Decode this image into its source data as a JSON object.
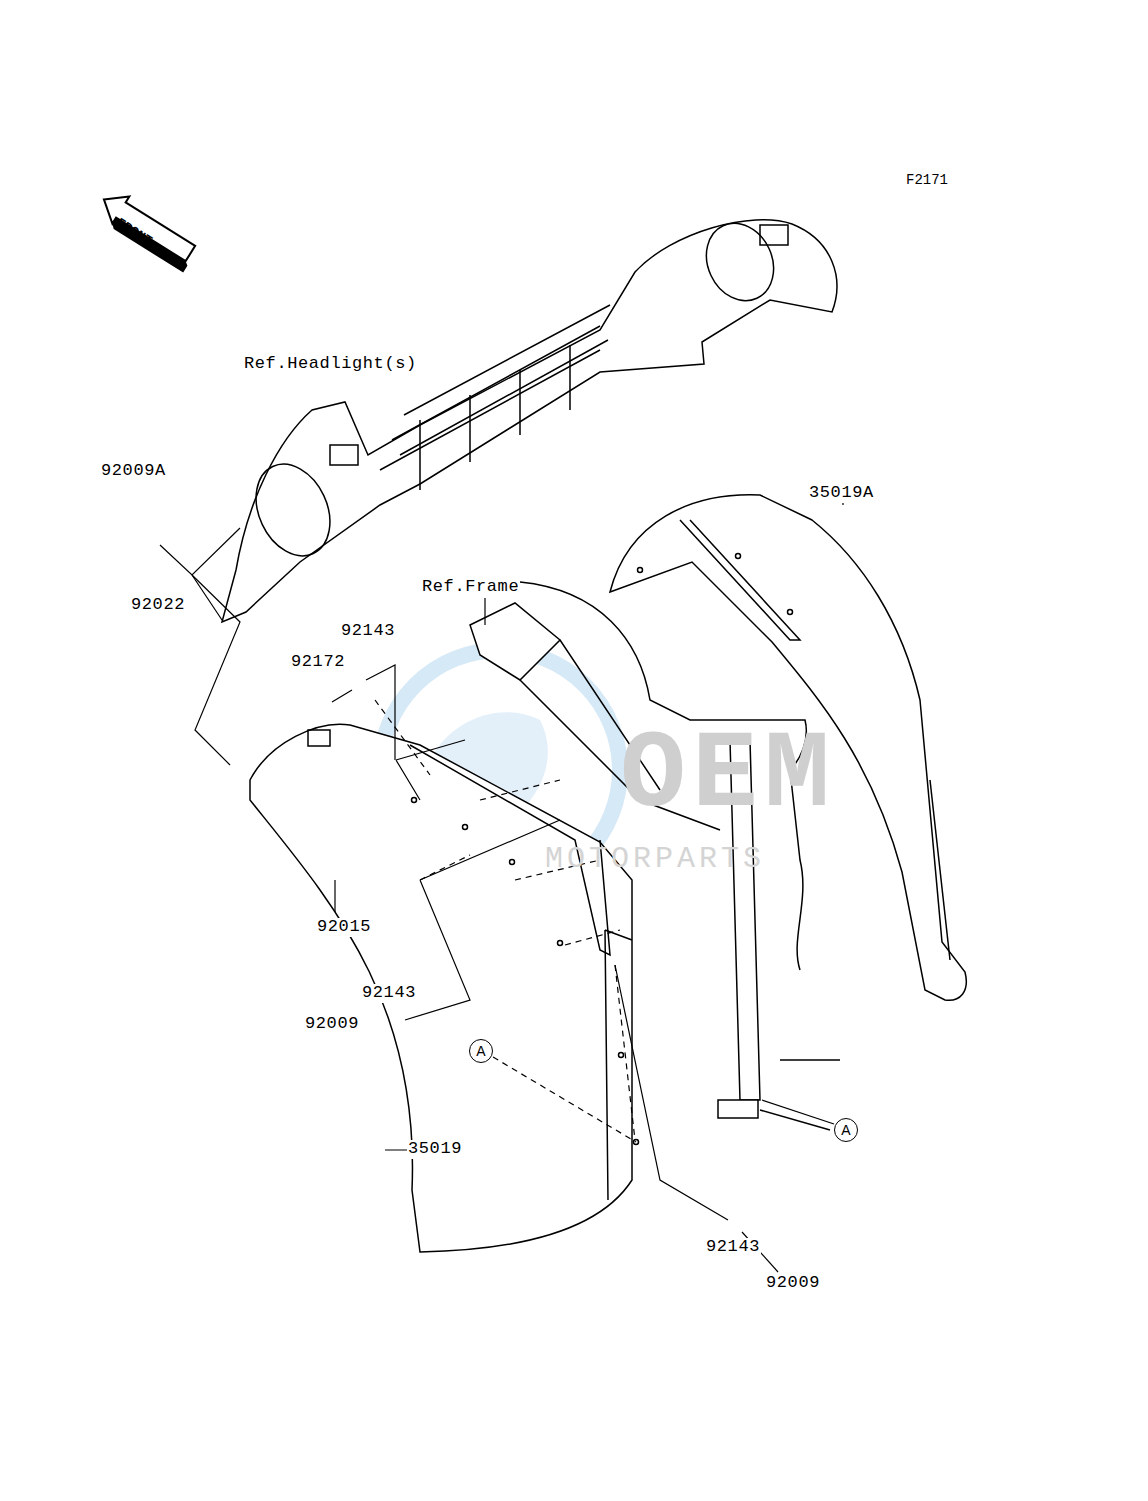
{
  "diagram": {
    "nodes": [
      {
        "text": [
          "A"
        ]
      },
      {
        "text": [
          "A"
        ]
      }
    ],
    "labels": [
      "F2171",
      "FRONT",
      "Ref.Headlight(s)",
      "92009A",
      "92022",
      "35019A",
      "Ref.Frame",
      "92143",
      "92172",
      "OEM",
      "MOTORPARTS",
      "92015",
      "92143",
      "92009",
      "35019",
      "92143",
      "92009"
    ]
  }
}
